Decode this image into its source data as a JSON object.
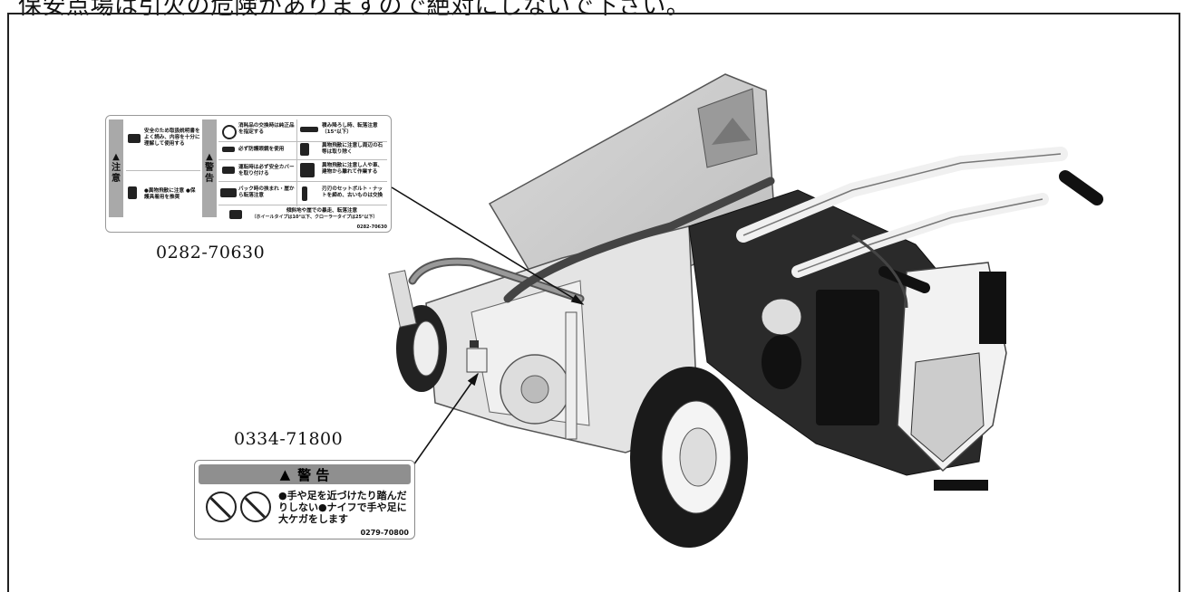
{
  "header": {
    "text": "保安点場は引火の危険がありますので絶対にしないで下さい。"
  },
  "label_upper": {
    "part_number": "0282-70630",
    "side_caution": [
      "注",
      "意"
    ],
    "side_warning": [
      "警",
      "告"
    ],
    "caution_items": [
      "安全のため取扱説明書をよく読み、内容を十分に理解して使用する",
      "●異物飛散に注意 ●保護具着用を推奨"
    ],
    "warning_items": [
      "消耗品の交換時は純正品を指定する",
      "積み降ろし時、転落注意（15°以下）",
      "必ず防護眼鏡を使用",
      "異物飛散に注意し周辺の石等は取り除く",
      "運転時は必ず安全カバーを取り付ける",
      "異物飛散に注意し人や車、建物から離れて作業する",
      "バック時の挟まれ・崖から転落注意",
      "刃刃のセットボルト・ナットを締め、古いものは交換",
      "傾斜地や崖での暴走、転落注意",
      "（ホイールタイプは10°以下、クローラータイプは25°以下）"
    ],
    "code": "0282-70630"
  },
  "label_lower": {
    "part_number": "0334-71800",
    "header": "警 告",
    "text": "●手や足を近づけたり踏んだりしない●ナイフで手や足に大ケガをします",
    "code": "0279-70800"
  }
}
